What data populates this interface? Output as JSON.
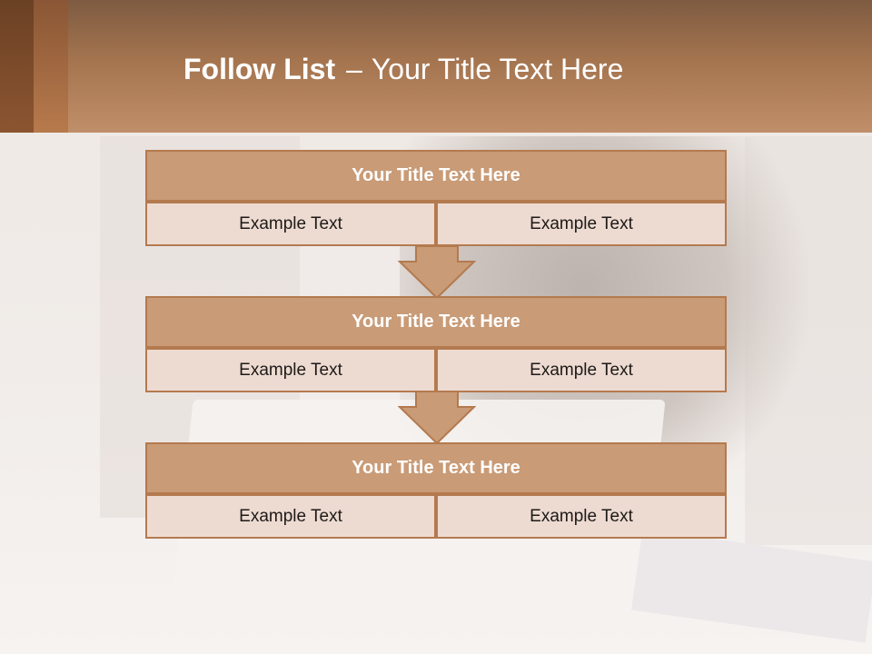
{
  "slide": {
    "title_bold": "Follow List",
    "title_separator": "–",
    "title_rest": "Your Title Text Here"
  },
  "steps": [
    {
      "title": "Your Title Text Here",
      "left": "Example Text",
      "right": "Example Text"
    },
    {
      "title": "Your Title Text Here",
      "left": "Example Text",
      "right": "Example Text"
    },
    {
      "title": "Your Title Text Here",
      "left": "Example Text",
      "right": "Example Text"
    }
  ],
  "colors": {
    "header_brown": "#a4744f",
    "block_header": "#c99b77",
    "block_border": "#b47a4f",
    "cell_fill": "#eddbd2",
    "arrow_fill": "#c99b77"
  },
  "icons": [
    "down-arrow-icon",
    "down-arrow-icon"
  ]
}
